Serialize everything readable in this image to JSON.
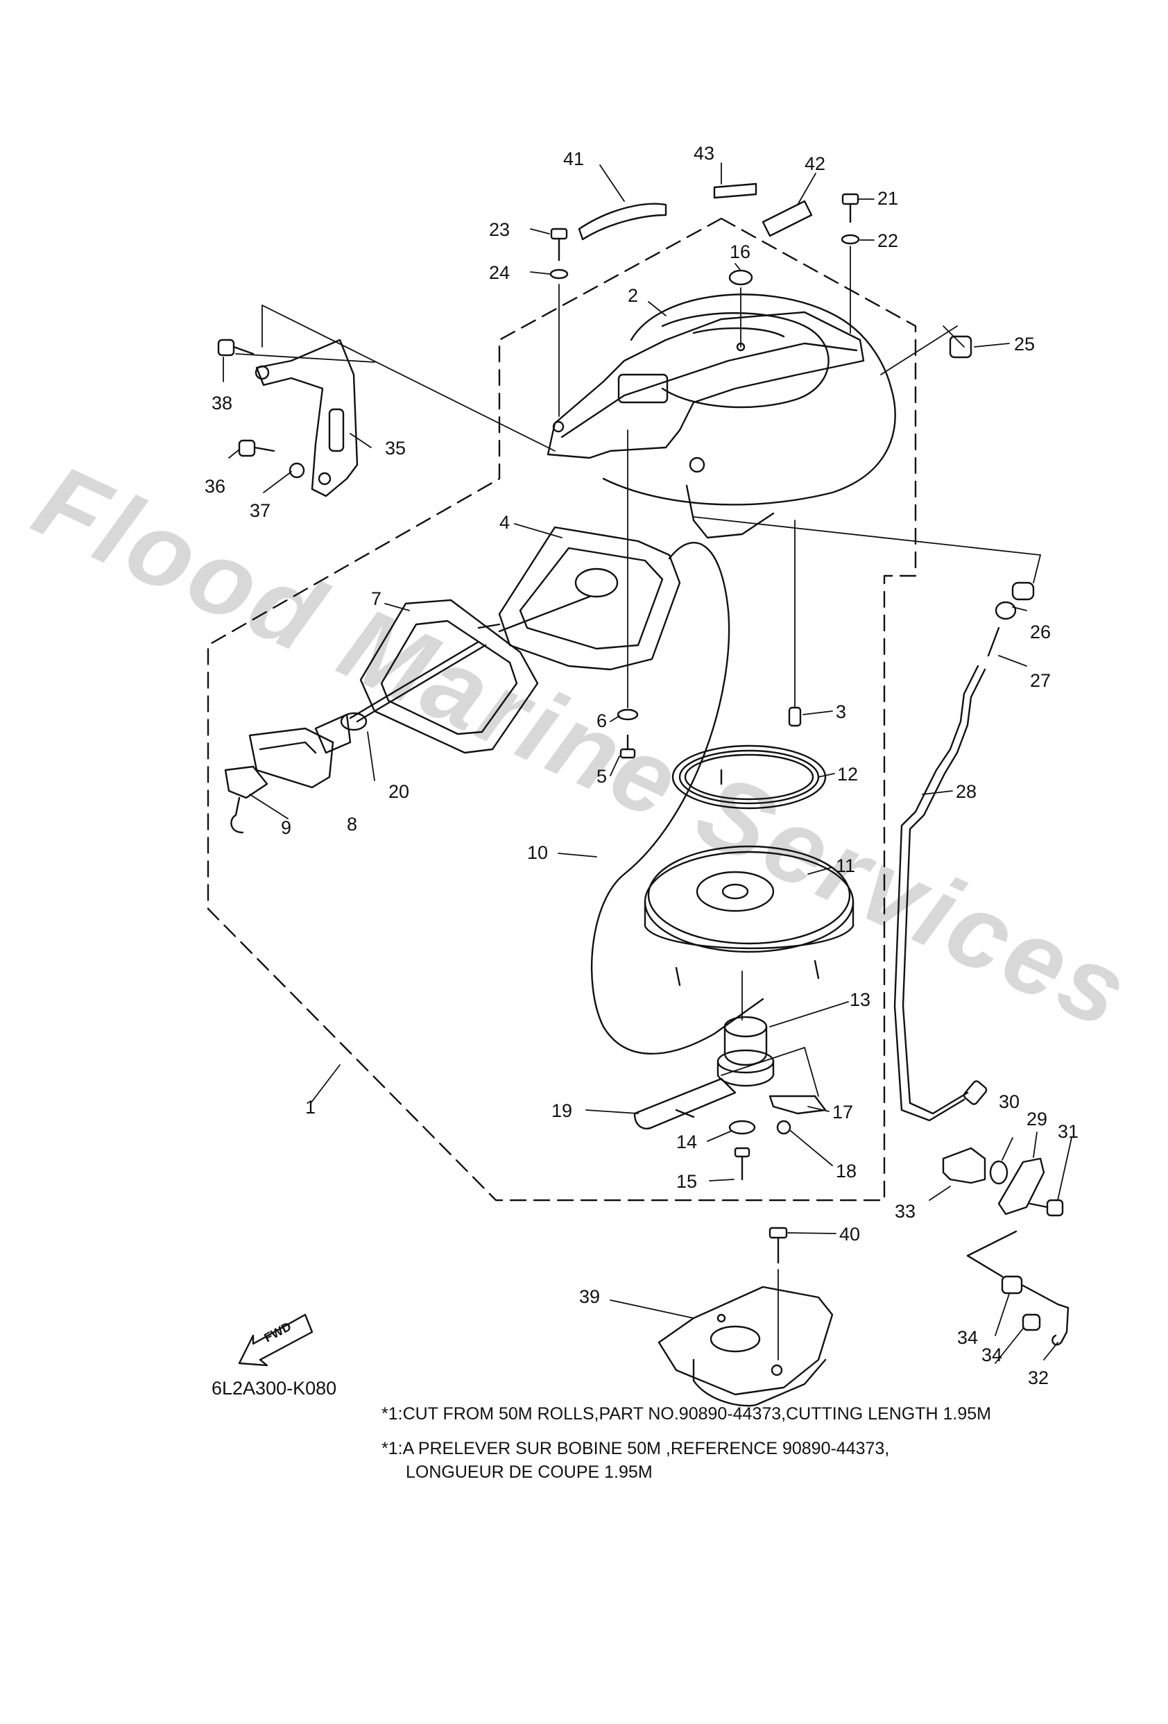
{
  "watermark": "Flood Marine Services",
  "diagram_code": "6L2A300-K080",
  "fwd_label": "FWD",
  "notes": [
    "*1:CUT FROM 50M ROLLS,PART NO.90890-44373,CUTTING LENGTH 1.95M",
    "*1:A PRELEVER SUR BOBINE 50M ,REFERENCE 90890-44373,",
    "LONGUEUR DE COUPE 1.95M"
  ],
  "parts": {
    "p1": "1",
    "p2": "2",
    "p3": "3",
    "p4": "4",
    "p5": "5",
    "p6": "6",
    "p7": "7",
    "p8": "8",
    "p9": "9",
    "p10": "10",
    "p11": "11",
    "p12": "12",
    "p13": "13",
    "p14": "14",
    "p15": "15",
    "p16": "16",
    "p17": "17",
    "p18": "18",
    "p19": "19",
    "p20": "20",
    "p21": "21",
    "p22": "22",
    "p23": "23",
    "p24": "24",
    "p25": "25",
    "p26": "26",
    "p27": "27",
    "p28": "28",
    "p29": "29",
    "p30": "30",
    "p31": "31",
    "p32": "32",
    "p33": "33",
    "p34a": "34",
    "p34b": "34",
    "p35": "35",
    "p36": "36",
    "p37": "37",
    "p38": "38",
    "p39": "39",
    "p40": "40",
    "p41": "41",
    "p42": "42",
    "p43": "43"
  }
}
